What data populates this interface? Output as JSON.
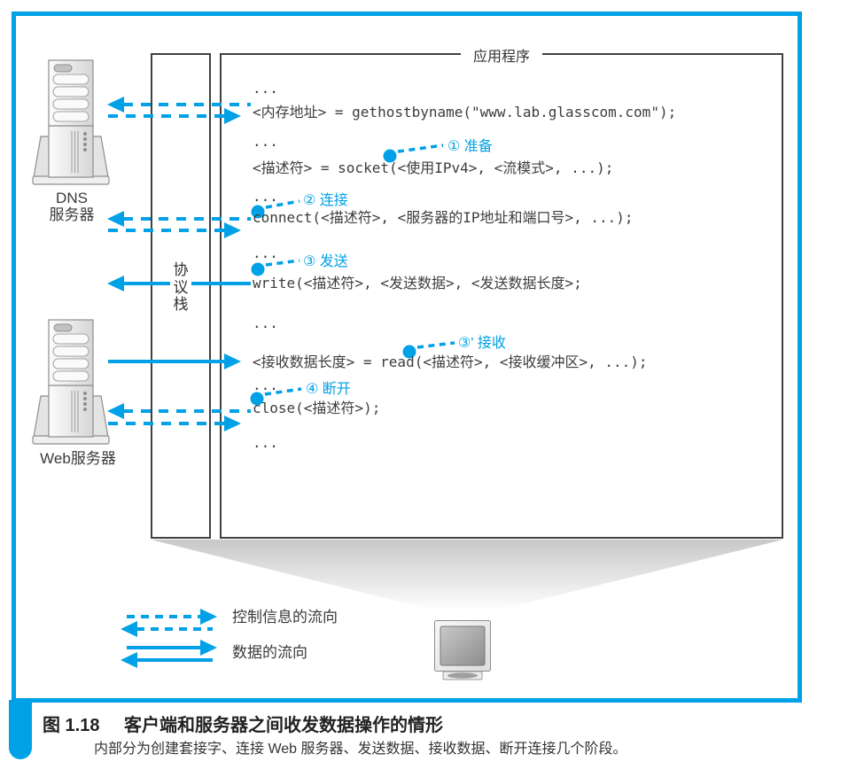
{
  "colors": {
    "accent": "#00a1e6",
    "text": "#3a3a3a"
  },
  "app_window": {
    "title": "应用程序"
  },
  "protocol_stack": {
    "label": "协议栈"
  },
  "code": {
    "ellipsis": "...",
    "gethostbyname_line": "<内存地址> = gethostbyname(\"www.lab.glasscom.com\");",
    "socket_line": "<描述符> = socket(<使用IPv4>, <流模式>, ...);",
    "connect_line": "connect(<描述符>, <服务器的IP地址和端口号>, ...);",
    "write_line": "write(<描述符>, <发送数据>, <发送数据长度>;",
    "read_line": "<接收数据长度> = read(<描述符>, <接收缓冲区>, ...);",
    "close_line": "close(<描述符>);"
  },
  "annotations": {
    "prepare": "① 准备",
    "connect": "② 连接",
    "send": "③ 发送",
    "receive": "③' 接收",
    "disconnect": "④ 断开"
  },
  "nodes": {
    "dns_line1": "DNS",
    "dns_line2": "服务器",
    "web_label": "Web服务器"
  },
  "legend": {
    "control_flow": "控制信息的流向",
    "data_flow": "数据的流向"
  },
  "caption": {
    "figure_no": "图 1.18",
    "title": "客户端和服务器之间收发数据操作的情形",
    "subtitle": "内部分为创建套接字、连接 Web 服务器、发送数据、接收数据、断开连接几个阶段。"
  }
}
